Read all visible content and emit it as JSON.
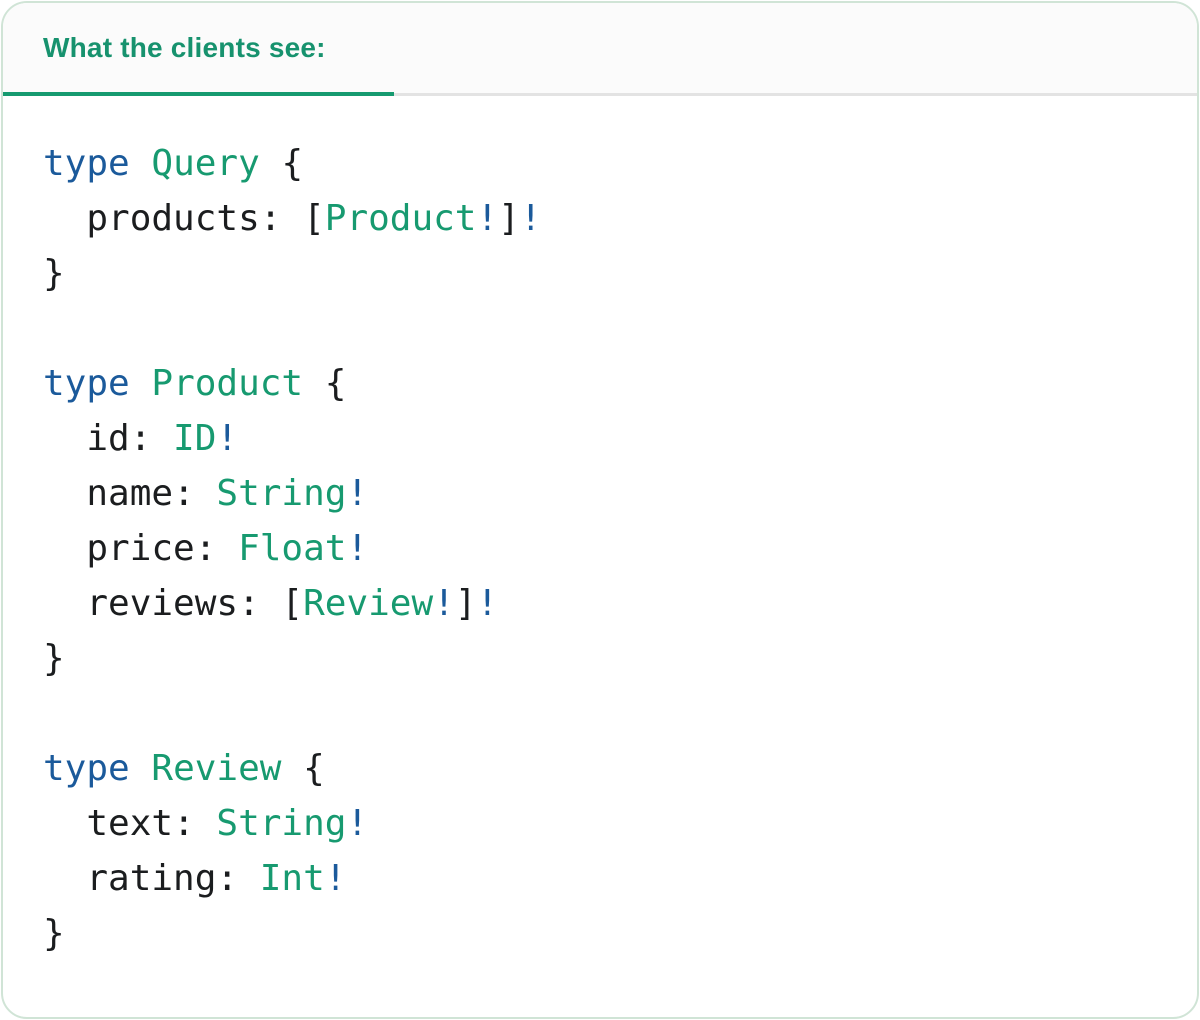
{
  "tab": {
    "label": "What the clients see:"
  },
  "colors": {
    "title_green": "#17926E",
    "type_green": "#179A70",
    "keyword_blue": "#1B5A9B",
    "code_text": "#1B1D1F",
    "active_tab_underline": "#169A70",
    "tab_divider": "#E3E3E3",
    "tab_background": "#FBFBFB",
    "panel_background": "#FFFFFF",
    "panel_border": "#D0E4D6"
  },
  "code": {
    "lines": [
      {
        "tokens": [
          {
            "t": "type",
            "c": "kw"
          },
          {
            "t": " ",
            "c": "plain"
          },
          {
            "t": "Query",
            "c": "type"
          },
          {
            "t": " {",
            "c": "plain"
          }
        ]
      },
      {
        "tokens": [
          {
            "t": "  products: [",
            "c": "plain"
          },
          {
            "t": "Product",
            "c": "type"
          },
          {
            "t": "!",
            "c": "kw"
          },
          {
            "t": "]",
            "c": "plain"
          },
          {
            "t": "!",
            "c": "kw"
          }
        ]
      },
      {
        "tokens": [
          {
            "t": "}",
            "c": "plain"
          }
        ]
      },
      {
        "tokens": []
      },
      {
        "tokens": [
          {
            "t": "type",
            "c": "kw"
          },
          {
            "t": " ",
            "c": "plain"
          },
          {
            "t": "Product",
            "c": "type"
          },
          {
            "t": " {",
            "c": "plain"
          }
        ]
      },
      {
        "tokens": [
          {
            "t": "  id: ",
            "c": "plain"
          },
          {
            "t": "ID",
            "c": "type"
          },
          {
            "t": "!",
            "c": "kw"
          }
        ]
      },
      {
        "tokens": [
          {
            "t": "  name: ",
            "c": "plain"
          },
          {
            "t": "String",
            "c": "type"
          },
          {
            "t": "!",
            "c": "kw"
          }
        ]
      },
      {
        "tokens": [
          {
            "t": "  price: ",
            "c": "plain"
          },
          {
            "t": "Float",
            "c": "type"
          },
          {
            "t": "!",
            "c": "kw"
          }
        ]
      },
      {
        "tokens": [
          {
            "t": "  reviews: [",
            "c": "plain"
          },
          {
            "t": "Review",
            "c": "type"
          },
          {
            "t": "!",
            "c": "kw"
          },
          {
            "t": "]",
            "c": "plain"
          },
          {
            "t": "!",
            "c": "kw"
          }
        ]
      },
      {
        "tokens": [
          {
            "t": "}",
            "c": "plain"
          }
        ]
      },
      {
        "tokens": []
      },
      {
        "tokens": [
          {
            "t": "type",
            "c": "kw"
          },
          {
            "t": " ",
            "c": "plain"
          },
          {
            "t": "Review",
            "c": "type"
          },
          {
            "t": " {",
            "c": "plain"
          }
        ]
      },
      {
        "tokens": [
          {
            "t": "  text: ",
            "c": "plain"
          },
          {
            "t": "String",
            "c": "type"
          },
          {
            "t": "!",
            "c": "kw"
          }
        ]
      },
      {
        "tokens": [
          {
            "t": "  rating: ",
            "c": "plain"
          },
          {
            "t": "Int",
            "c": "type"
          },
          {
            "t": "!",
            "c": "kw"
          }
        ]
      },
      {
        "tokens": [
          {
            "t": "}",
            "c": "plain"
          }
        ]
      }
    ]
  }
}
